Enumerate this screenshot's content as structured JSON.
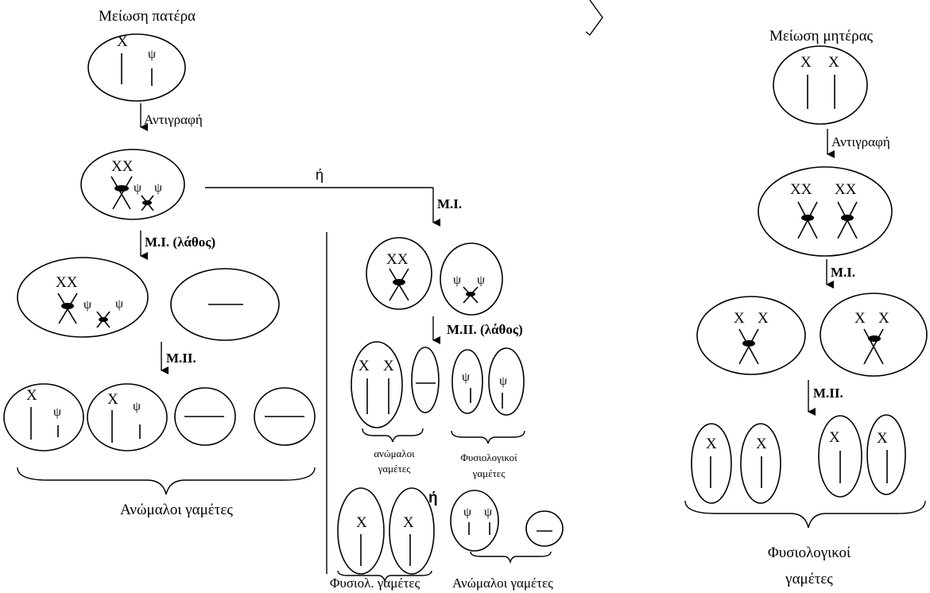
{
  "father": {
    "title": "Μείωση πατέρα",
    "replication": "Αντιγραφή",
    "or_label": "ή",
    "mi_error": "Μ.Ι. (λάθος)",
    "mii": "Μ.ΙΙ.",
    "abnormal_gametes": "Ανώμαλοι γαμέτες",
    "alt": {
      "mi": "Μ.Ι.",
      "mii_error": "Μ.ΙΙ. (λάθος)",
      "abnormal_small": "ανώμαλοι",
      "gametes_small": "γαμέτες",
      "normal_small": "Φυσιολογικοί",
      "gametes_small2": "γαμέτες",
      "or_bold": "ή",
      "normal_bottom": "Φυσιολ. γαμέτες",
      "abnormal_bottom": "Ανώμαλοι γαμέτες"
    }
  },
  "mother": {
    "title": "Μείωση μητέρας",
    "replication": "Αντιγραφή",
    "mi": "Μ.Ι.",
    "mii": "Μ.ΙΙ.",
    "normal_gametes_1": "Φυσιολογικοί",
    "normal_gametes_2": "γαμέτες"
  },
  "chromosomes": {
    "x": "X",
    "xx": "XX",
    "y": "ψ"
  }
}
